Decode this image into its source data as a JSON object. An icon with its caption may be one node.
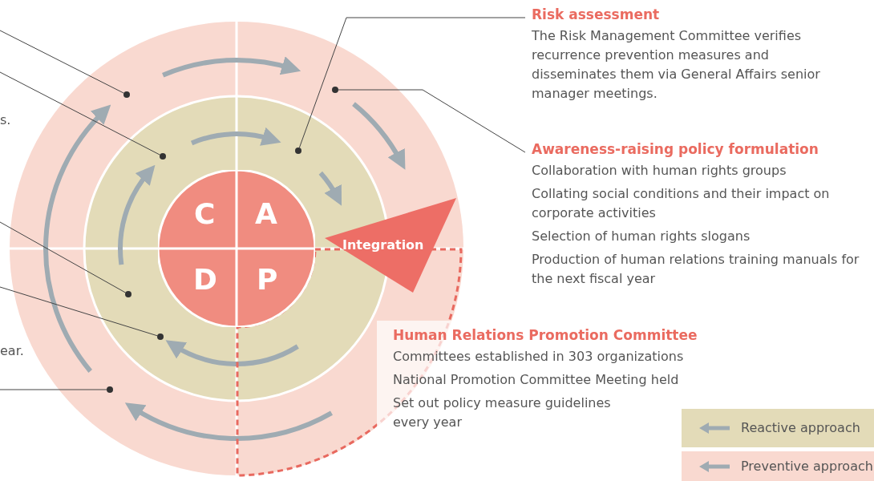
{
  "diagram": {
    "nodes": [
      {
        "text": [
          "C"
        ]
      },
      {
        "text": [
          "A"
        ]
      },
      {
        "text": [
          "D"
        ]
      },
      {
        "text": [
          "P"
        ]
      },
      {
        "text": [
          "Integration"
        ]
      },
      {
        "text": [
          "Risk assessment",
          "The Risk Management Committee verifies recurrence prevention measures and disseminates them via General Affairs senior manager meetings."
        ]
      },
      {
        "text": [
          "Awareness-raising policy formulation",
          "Collaboration with human rights groups",
          "Collating social conditions and their impact on corporate activities",
          "Selection of human rights slogans",
          "Production of human relations training manuals for the next fiscal year"
        ]
      },
      {
        "text": [
          "Human Relations Promotion Committee",
          "Committees established in 303 organizations",
          "National Promotion Committee Meeting held",
          "Set out policy measure guidelines every year"
        ]
      },
      {
        "text": [],
        "shape": "circle"
      },
      {
        "text": [],
        "shape": "circle"
      },
      {
        "text": [],
        "shape": "circle"
      },
      {
        "text": [],
        "shape": "circle"
      },
      {
        "text": [],
        "shape": "circle"
      },
      {
        "text": [],
        "shape": "circle"
      },
      {
        "text": [],
        "shape": "circle"
      }
    ],
    "edges": [
      {
        "from": 5,
        "to": 10,
        "arrow": "none"
      },
      {
        "from": 6,
        "to": 8,
        "arrow": "none"
      },
      {
        "from": null,
        "to": 9,
        "arrow": "none"
      },
      {
        "from": null,
        "to": 11,
        "arrow": "none"
      },
      {
        "from": null,
        "to": 12,
        "arrow": "none"
      },
      {
        "from": null,
        "to": 13,
        "arrow": "none"
      },
      {
        "from": null,
        "to": 14,
        "arrow": "none"
      }
    ],
    "labels": [
      "s.",
      "ear."
    ],
    "legend": [
      {
        "text": "Reactive approach",
        "color": "#e3dbb8"
      },
      {
        "text": "Preventive approach",
        "color": "#f9d9d0"
      }
    ]
  }
}
